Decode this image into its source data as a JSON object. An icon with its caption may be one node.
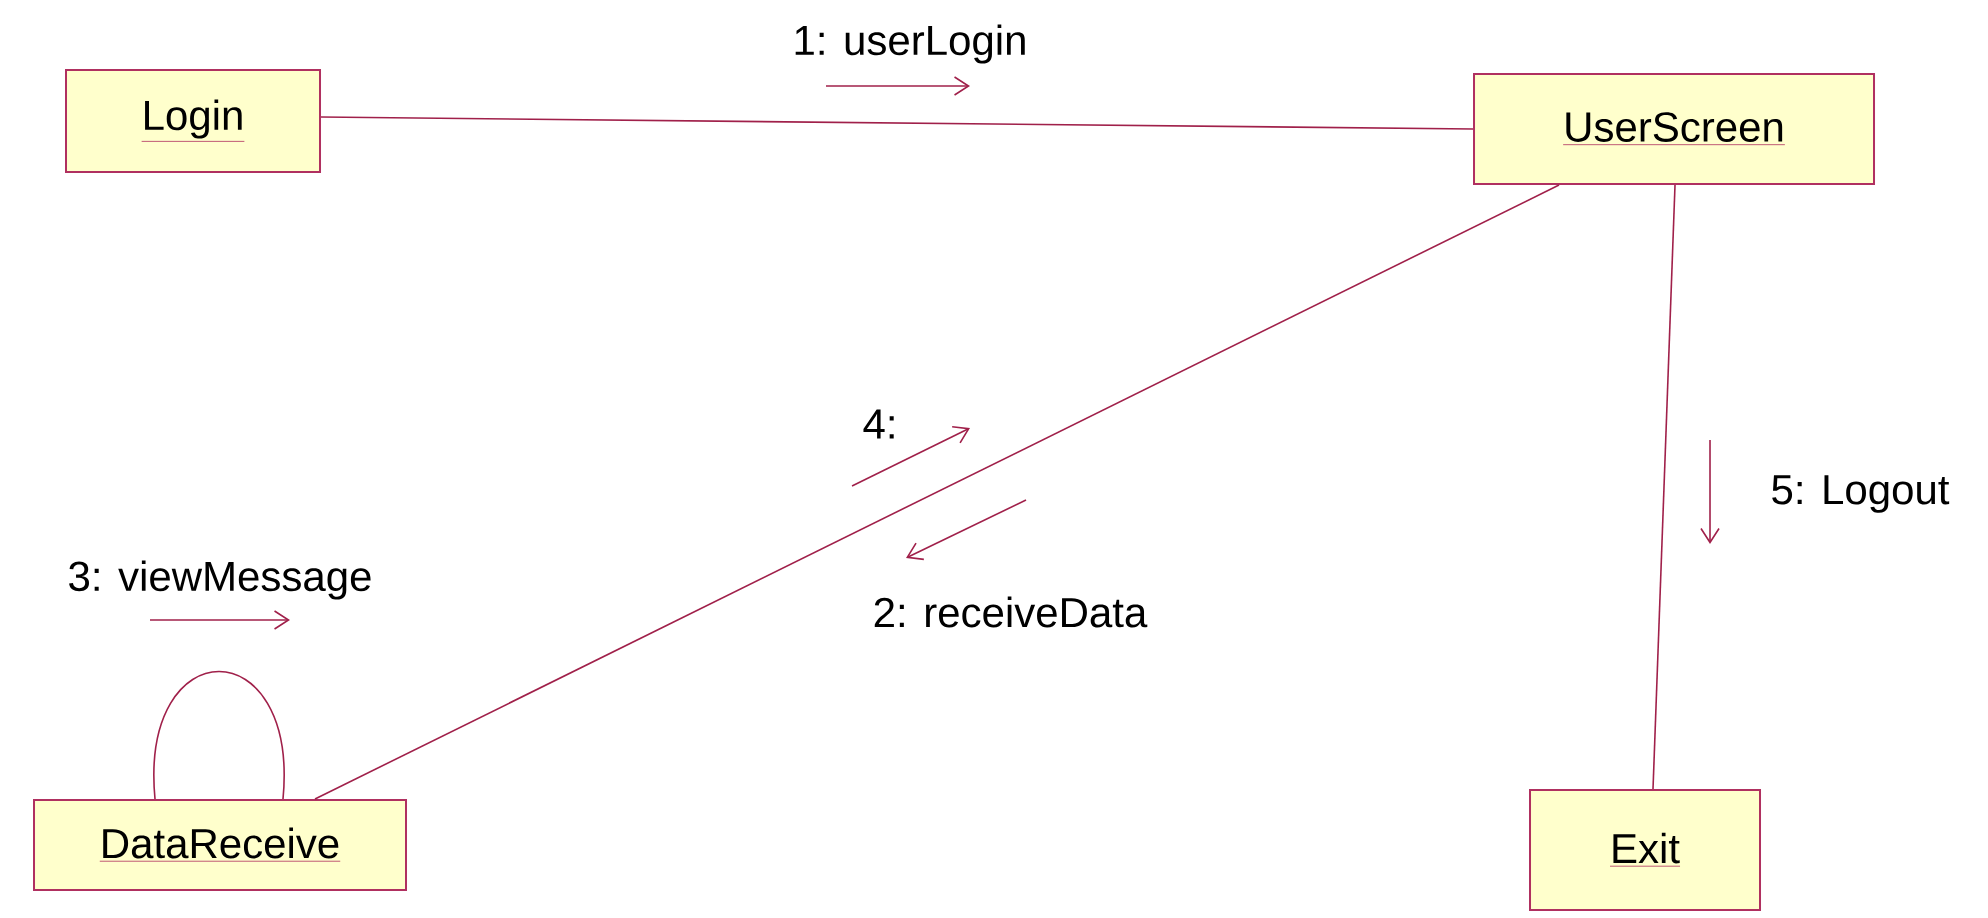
{
  "diagram": {
    "nodes": [
      {
        "text": [
          "Login"
        ]
      },
      {
        "text": [
          "UserScreen"
        ]
      },
      {
        "text": [
          "DataReceive"
        ]
      },
      {
        "text": [
          "Exit"
        ]
      }
    ],
    "edges": [
      {
        "from": 0,
        "to": 1,
        "arrow": "none"
      },
      {
        "from": 1,
        "to": 2,
        "arrow": "none"
      },
      {
        "from": 2,
        "to": 2,
        "arrow": "none"
      },
      {
        "from": 1,
        "to": 3,
        "arrow": "none"
      }
    ],
    "labels": [
      "1: userLogin",
      "4:",
      "2: receiveData",
      "3: viewMessage",
      "5: Logout"
    ]
  }
}
